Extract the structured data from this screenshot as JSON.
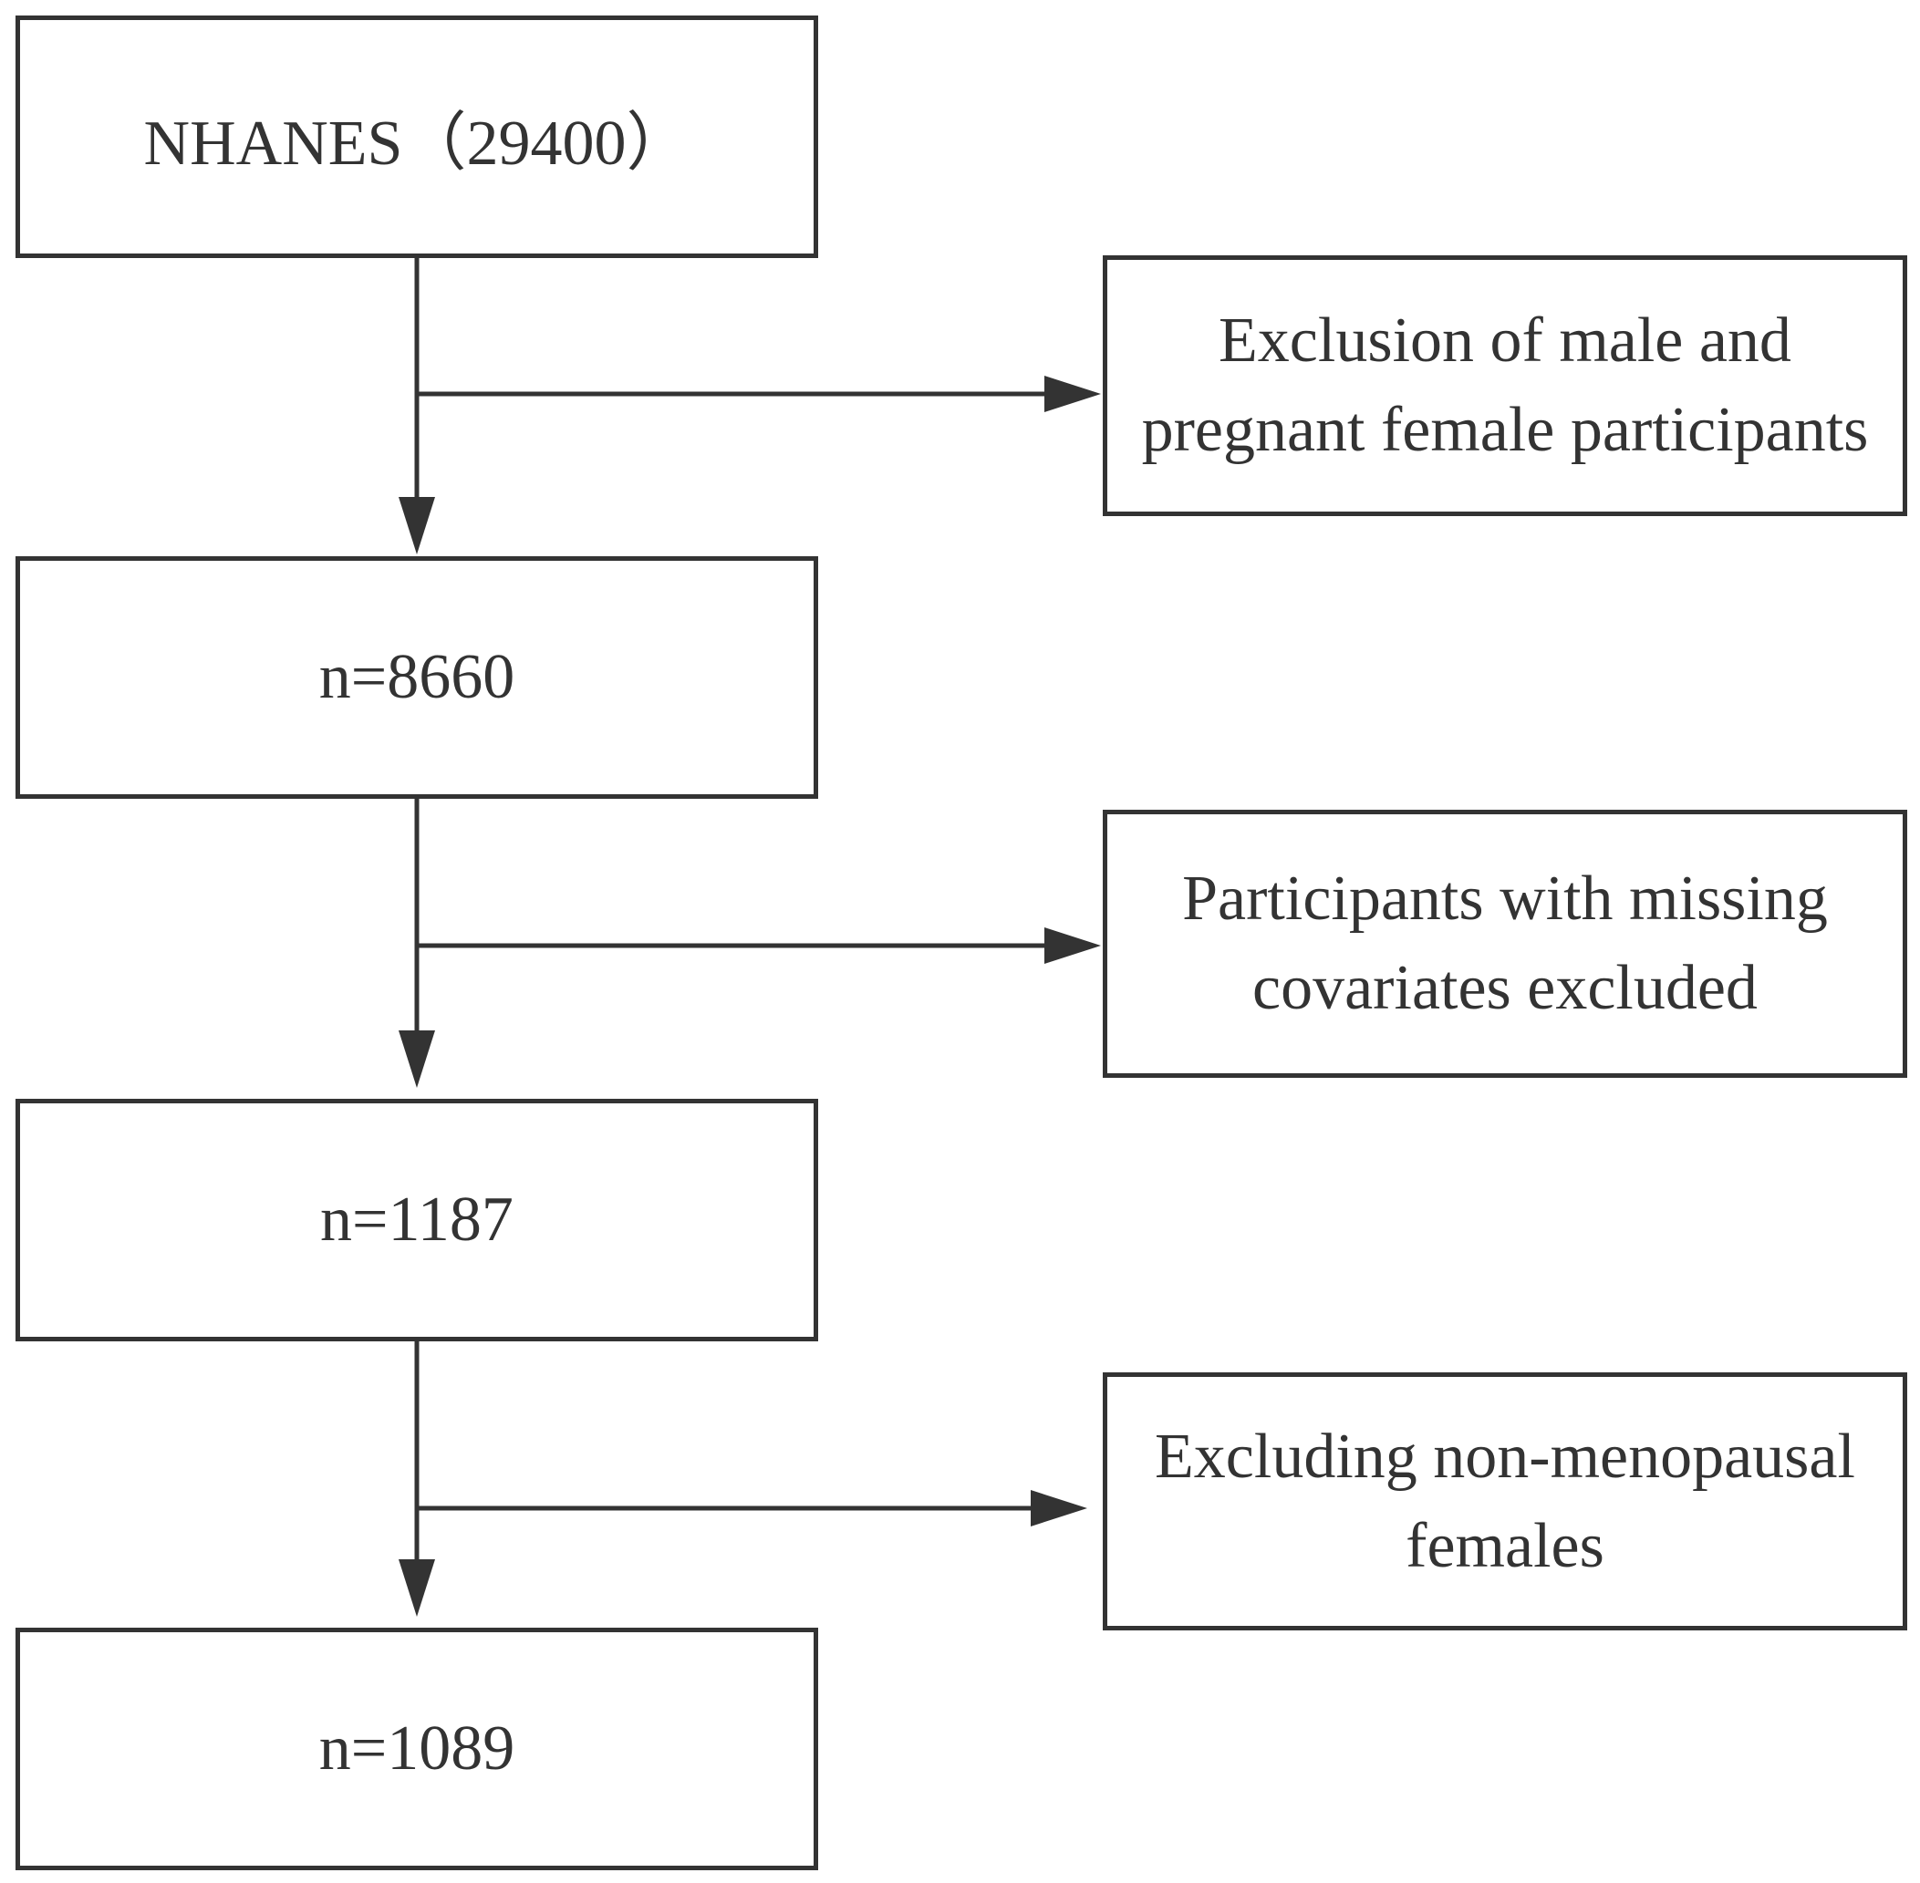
{
  "colors": {
    "stroke": "#333333",
    "text": "#333333",
    "background": "#ffffff"
  },
  "steps": [
    {
      "label": "NHANES（29400）"
    },
    {
      "label": "n=8660"
    },
    {
      "label": "n=1187"
    },
    {
      "label": "n=1089"
    }
  ],
  "exclusions": [
    {
      "label": "Exclusion of male and pregnant female participants"
    },
    {
      "label": "Participants with missing covariates excluded"
    },
    {
      "label": "Excluding non-menopausal females"
    }
  ]
}
